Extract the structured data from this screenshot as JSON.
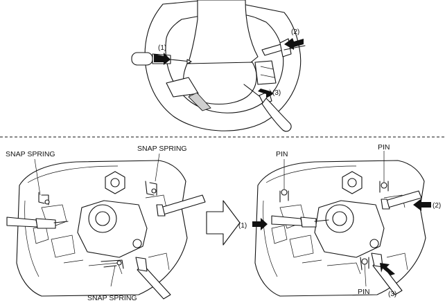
{
  "callouts": {
    "top_1": "(1)",
    "top_2": "(2)",
    "top_3": "(3)",
    "bottom_1": "(1)",
    "bottom_2": "(2)",
    "bottom_3": "(3)"
  },
  "labels": {
    "snap_spring_top_left": "SNAP SPRING",
    "snap_spring_top_right": "SNAP SPRING",
    "snap_spring_bottom": "SNAP SPRING",
    "pin_left": "PIN",
    "pin_right": "PIN",
    "pin_bottom": "PIN"
  }
}
